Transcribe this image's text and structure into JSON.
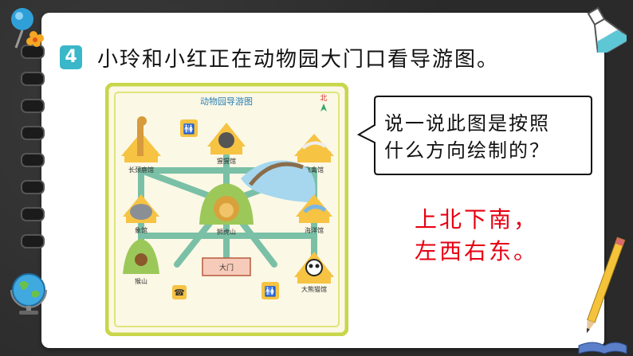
{
  "question": {
    "number": "4",
    "text": "小玲和小红正在动物园大门口看导游图。"
  },
  "map": {
    "title": "动物园导游图",
    "north_label": "北",
    "places": {
      "giraffe": "长颈鹿馆",
      "gorilla": "猩猩馆",
      "birds": "飞禽馆",
      "elephant": "象馆",
      "lion": "狮虎山",
      "ocean": "海洋馆",
      "monkey": "猴山",
      "panda": "大熊猫馆",
      "gate": "大门"
    }
  },
  "bubble": {
    "line1": "说一说此图是按照",
    "line2": "什么方向绘制的？"
  },
  "answer": {
    "line1": "上北下南，",
    "line2": "左西右东。"
  },
  "colors": {
    "map_border": "#c8d64a",
    "path": "#7ac0a6",
    "house": "#f6c343",
    "answer_red": "#e60012",
    "badge": "#3ab7c9"
  }
}
